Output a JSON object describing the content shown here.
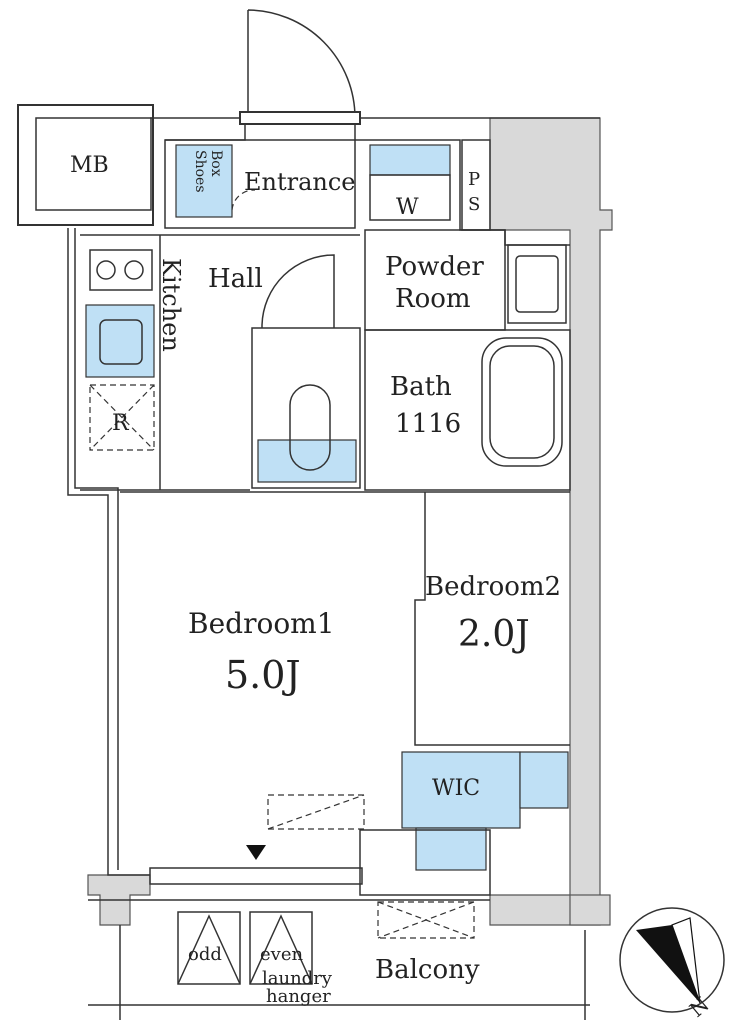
{
  "rooms": {
    "mb": "MB",
    "shoes_box_line1": "Shoes",
    "shoes_box_line2": "Box",
    "entrance": "Entrance",
    "w": "W",
    "ps_line1": "P",
    "ps_line2": "S",
    "hall": "Hall",
    "kitchen": "Kitchen",
    "powder_room_line1": "Powder",
    "powder_room_line2": "Room",
    "bath": "Bath",
    "bath_size": "1116",
    "refrigerator": "R",
    "bedroom1": "Bedroom1",
    "bedroom1_size": "5.0J",
    "bedroom2": "Bedroom2",
    "bedroom2_size": "2.0J",
    "wic": "WIC",
    "balcony": "Balcony",
    "odd": "odd",
    "even": "even",
    "laundry_line1": "laundry",
    "laundry_line2": "hanger"
  },
  "compass": {
    "north": "N"
  },
  "colors": {
    "fixture_blue": "#bfe0f5",
    "wall_gray": "#d9d9d9",
    "line": "#333333"
  }
}
